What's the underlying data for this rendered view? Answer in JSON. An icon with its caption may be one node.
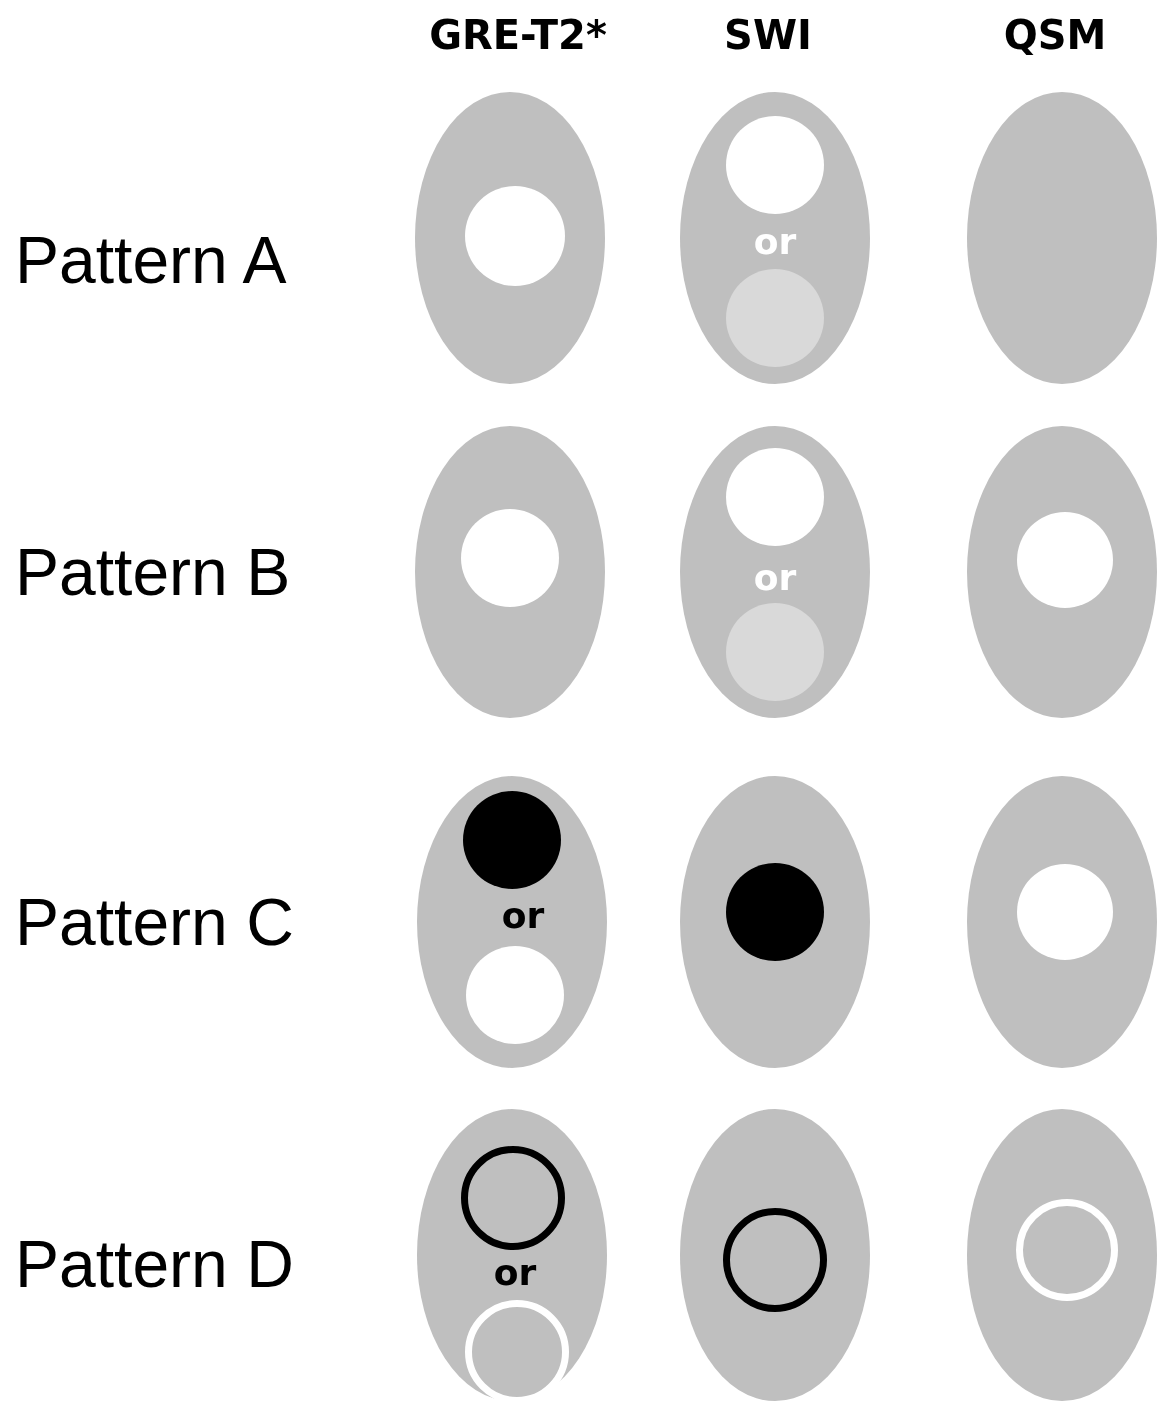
{
  "diagram": {
    "nodes": [
      {
        "text": [],
        "shape": "ellipse"
      },
      {
        "text": [],
        "shape": "circle",
        "in": 0
      },
      {
        "text": [
          "or"
        ]
      },
      {
        "text": [],
        "shape": "circle",
        "in": 2
      },
      {
        "text": [],
        "shape": "circle",
        "in": 2
      },
      {
        "text": [],
        "shape": "ellipse"
      },
      {
        "text": [],
        "shape": "ellipse"
      },
      {
        "text": [],
        "shape": "circle",
        "in": 6
      },
      {
        "text": [
          "or"
        ]
      },
      {
        "text": [],
        "shape": "circle",
        "in": 8
      },
      {
        "text": [],
        "shape": "circle",
        "in": 8
      },
      {
        "text": [],
        "shape": "ellipse"
      },
      {
        "text": [],
        "shape": "circle",
        "in": 11
      },
      {
        "text": [
          "or"
        ]
      },
      {
        "text": [],
        "shape": "circle",
        "in": 13
      },
      {
        "text": [],
        "shape": "circle",
        "in": 13
      },
      {
        "text": [],
        "shape": "ellipse"
      },
      {
        "text": [],
        "shape": "circle",
        "in": 16
      },
      {
        "text": [],
        "shape": "ellipse"
      },
      {
        "text": [],
        "shape": "circle",
        "in": 18
      },
      {
        "text": [
          "or"
        ]
      },
      {
        "text": [],
        "shape": "circle",
        "in": 20
      },
      {
        "text": [],
        "shape": "circle",
        "in": 20
      },
      {
        "text": [],
        "shape": "ellipse"
      },
      {
        "text": [],
        "shape": "circle",
        "in": 23
      },
      {
        "text": [],
        "shape": "ellipse"
      },
      {
        "text": [],
        "shape": "circle",
        "in": 25
      }
    ],
    "edges": [],
    "labels": [
      "GRE-T2*",
      "SWI",
      "QSM",
      "Pattern A",
      "Pattern B",
      "Pattern C",
      "Pattern D"
    ]
  }
}
